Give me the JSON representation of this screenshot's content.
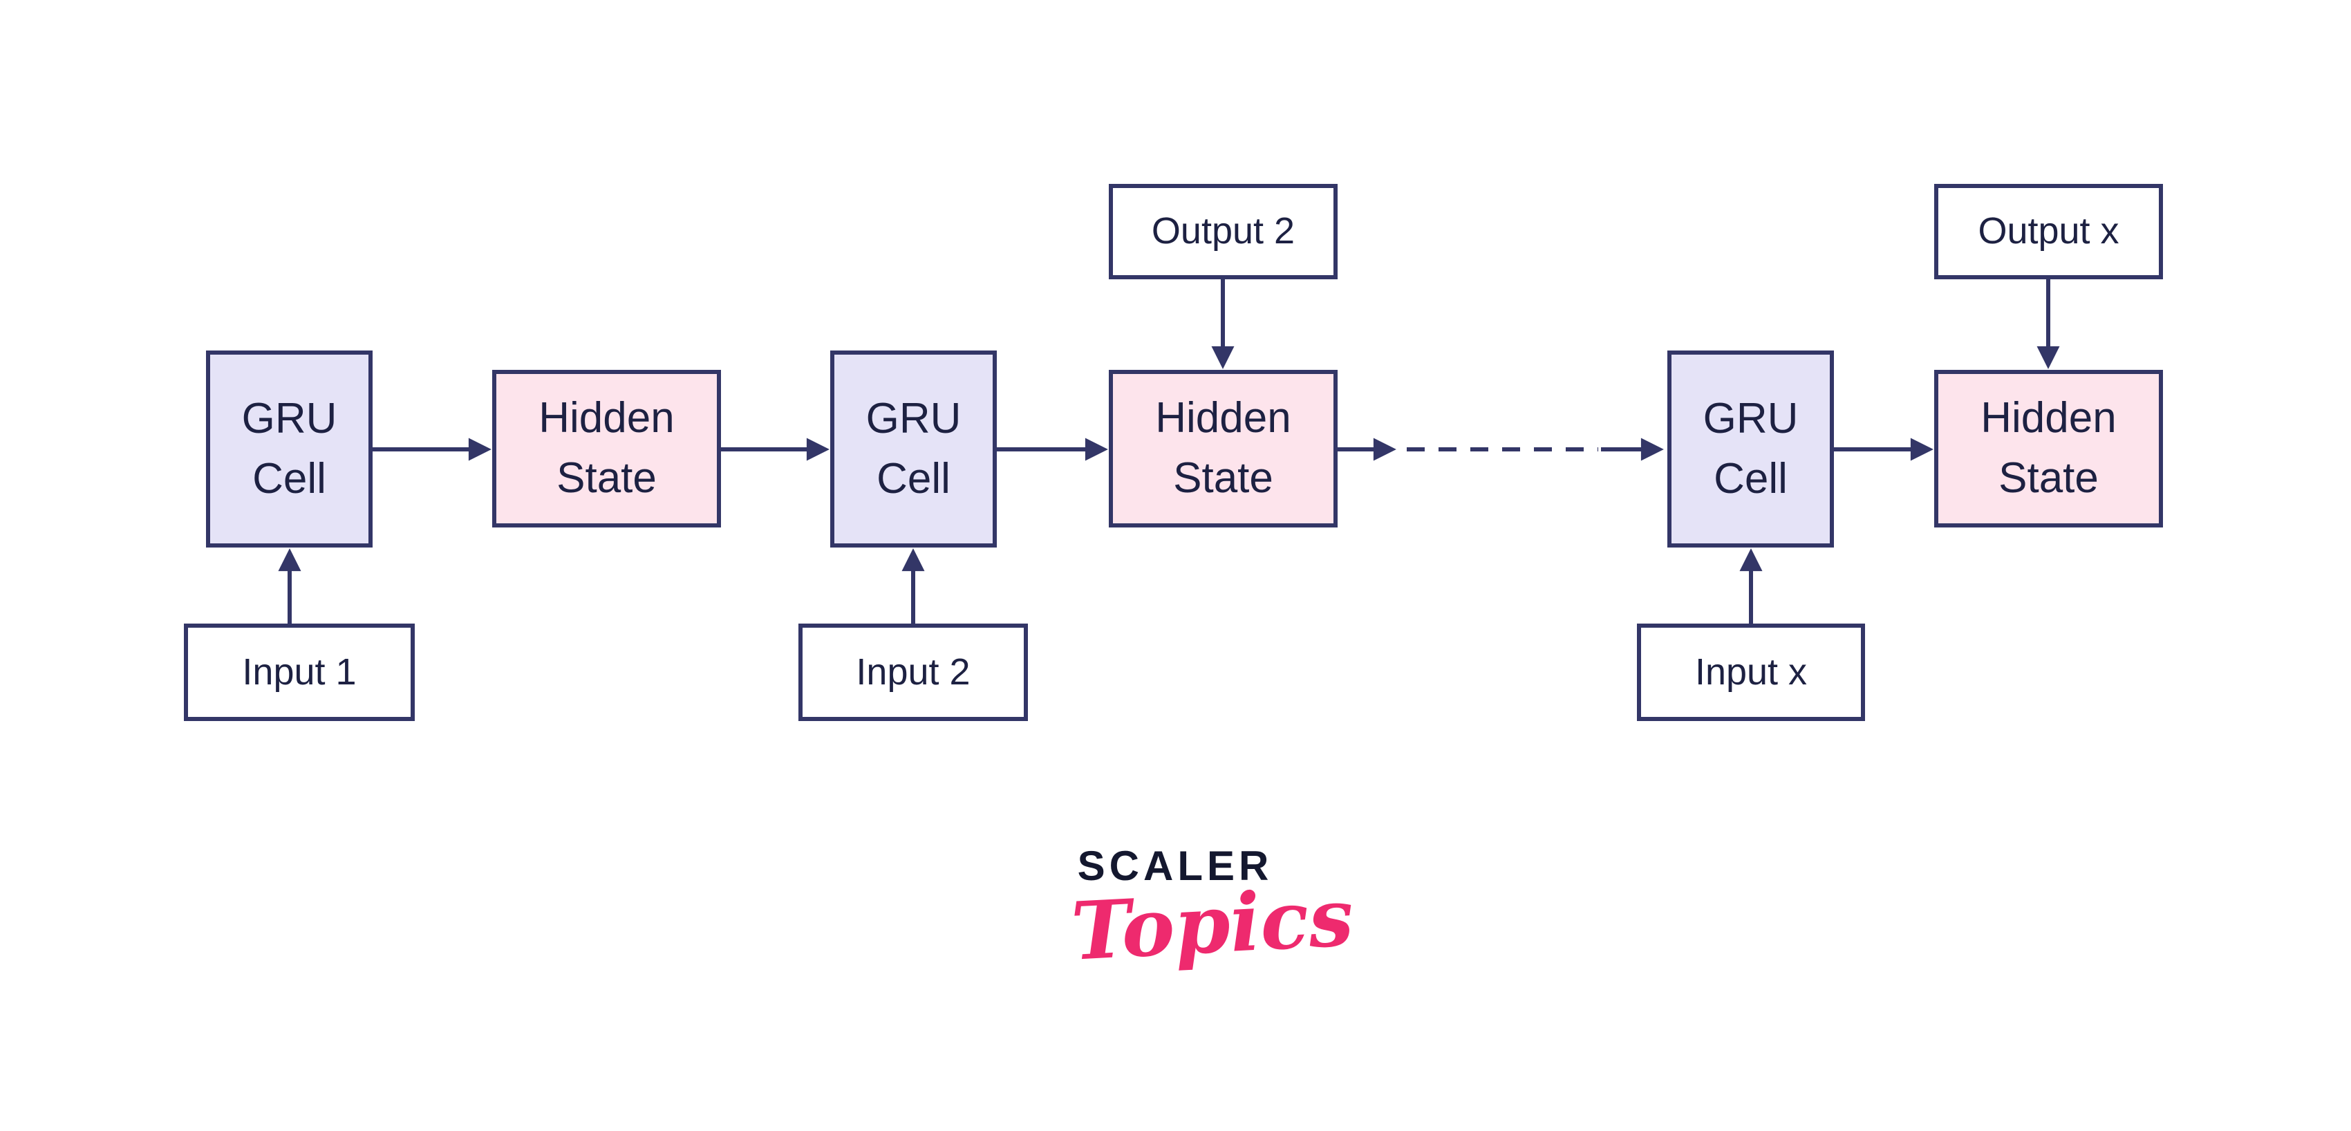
{
  "colors": {
    "background": "#ffffff",
    "node_border": "#333667",
    "gru_fill": "#e5e3f7",
    "hidden_fill": "#fde4ec",
    "io_fill": "#ffffff",
    "text": "#1d2142",
    "logo_dark": "#14182f",
    "logo_pink": "#ee2a6e"
  },
  "diagram": {
    "gru1": {
      "label": "GRU Cell"
    },
    "hidden1": {
      "label": "Hidden State"
    },
    "gru2": {
      "label": "GRU Cell"
    },
    "hidden2": {
      "label": "Hidden State"
    },
    "gru3": {
      "label": "GRU Cell"
    },
    "hidden3": {
      "label": "Hidden State"
    },
    "input1": {
      "label": "Input 1"
    },
    "input2": {
      "label": "Input 2"
    },
    "inputx": {
      "label": "Input x"
    },
    "output2": {
      "label": "Output 2"
    },
    "outputx": {
      "label": "Output x"
    }
  },
  "logo": {
    "brand": "SCALER",
    "product": "Topics"
  }
}
